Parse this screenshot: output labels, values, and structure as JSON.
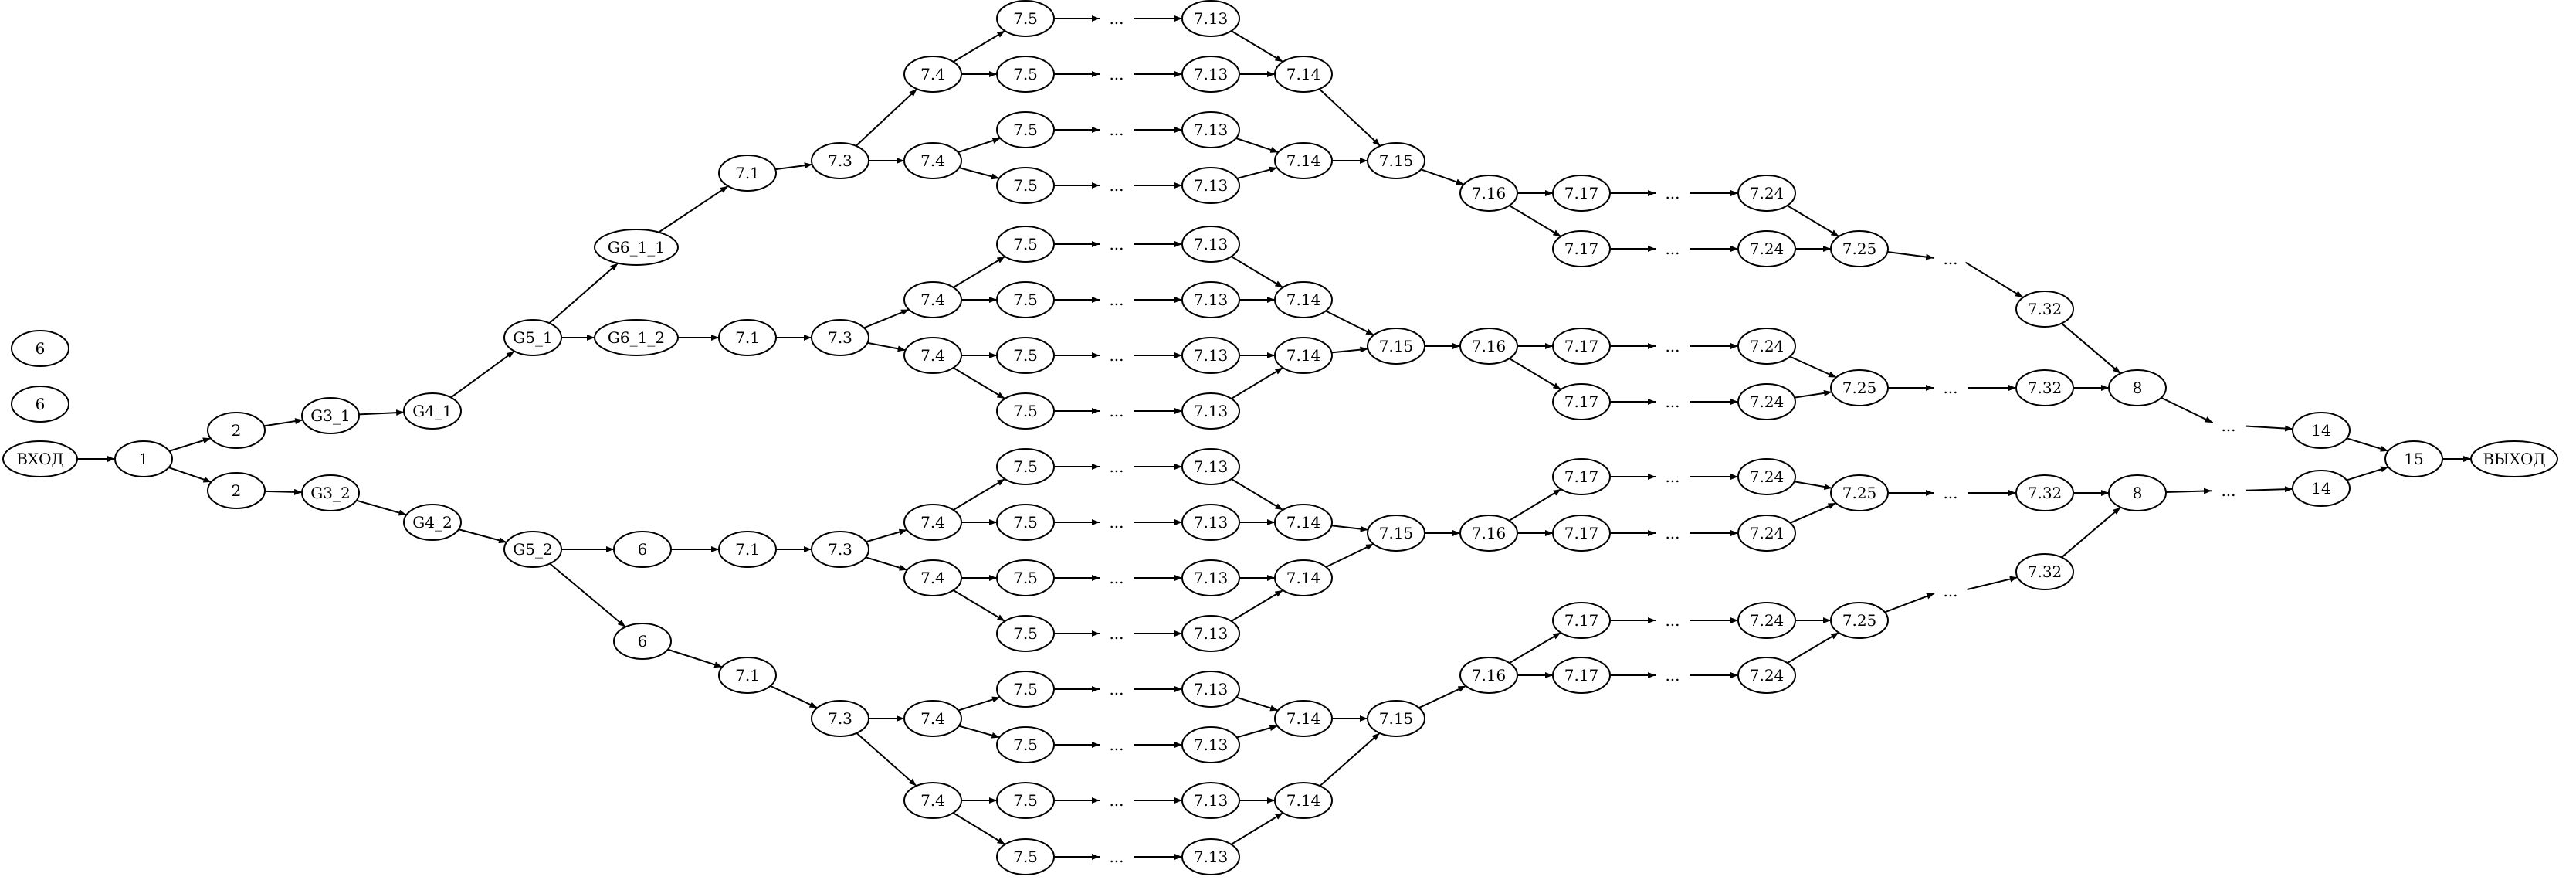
{
  "diagram": {
    "nodes": {
      "entry": "ВХОД",
      "exit": "ВЫХОД",
      "n1": "1",
      "n2a": "2",
      "n2b": "2",
      "g31": "G3_1",
      "g32": "G3_2",
      "g41": "G4_1",
      "g42": "G4_2",
      "g51": "G5_1",
      "g52": "G5_2",
      "g611": "G6_1_1",
      "g612": "G6_1_2",
      "n6": "6",
      "n71": "7.1",
      "n73": "7.3",
      "n74": "7.4",
      "n75": "7.5",
      "n713": "7.13",
      "n714": "7.14",
      "n715": "7.15",
      "n716": "7.16",
      "n717": "7.17",
      "n724": "7.24",
      "n725": "7.25",
      "n732": "7.32",
      "n8": "8",
      "n14": "14",
      "n15": "15"
    },
    "ellipsis": "..."
  }
}
